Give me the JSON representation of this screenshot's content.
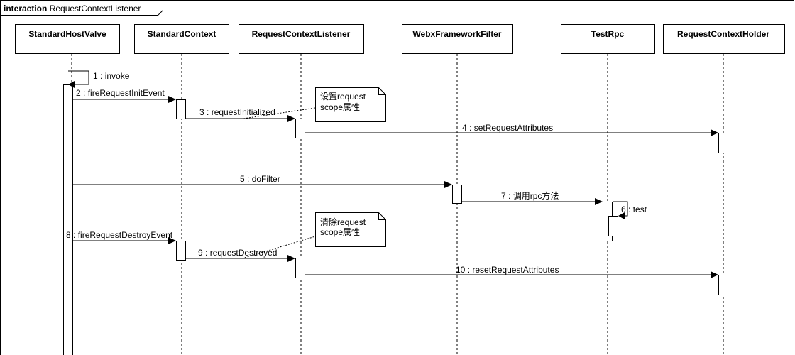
{
  "frame": {
    "keyword": "interaction",
    "name": "RequestContextListener"
  },
  "lifelines": [
    {
      "id": "shv",
      "name": "StandardHostValve"
    },
    {
      "id": "sc",
      "name": "StandardContext"
    },
    {
      "id": "rcl",
      "name": "RequestContextListener"
    },
    {
      "id": "wff",
      "name": "WebxFrameworkFilter"
    },
    {
      "id": "trpc",
      "name": "TestRpc"
    },
    {
      "id": "rch",
      "name": "RequestContextHolder"
    }
  ],
  "messages": [
    {
      "seq": "1",
      "label": "invoke",
      "from": "shv",
      "to": "shv",
      "kind": "self"
    },
    {
      "seq": "2",
      "label": "fireRequestInitEvent",
      "from": "shv",
      "to": "sc",
      "kind": "call"
    },
    {
      "seq": "3",
      "label": "requestInitialized",
      "from": "sc",
      "to": "rcl",
      "kind": "call"
    },
    {
      "seq": "4",
      "label": "setRequestAttributes",
      "from": "rcl",
      "to": "rch",
      "kind": "call"
    },
    {
      "seq": "5",
      "label": "doFilter",
      "from": "shv",
      "to": "wff",
      "kind": "call"
    },
    {
      "seq": "7",
      "label": "调用rpc方法",
      "from": "wff",
      "to": "trpc",
      "kind": "call"
    },
    {
      "seq": "6",
      "label": "test",
      "from": "trpc",
      "to": "trpc",
      "kind": "self"
    },
    {
      "seq": "8",
      "label": "fireRequestDestroyEvent",
      "from": "shv",
      "to": "sc",
      "kind": "call"
    },
    {
      "seq": "9",
      "label": "requestDestroyed",
      "from": "sc",
      "to": "rcl",
      "kind": "call"
    },
    {
      "seq": "10",
      "label": "resetRequestAttributes",
      "from": "rcl",
      "to": "rch",
      "kind": "call"
    }
  ],
  "notes": [
    {
      "id": "note-init",
      "lines": [
        "设置request",
        "scope属性"
      ],
      "attached_to": "3"
    },
    {
      "id": "note-destroy",
      "lines": [
        "清除request",
        "scope属性"
      ],
      "attached_to": "9"
    }
  ]
}
